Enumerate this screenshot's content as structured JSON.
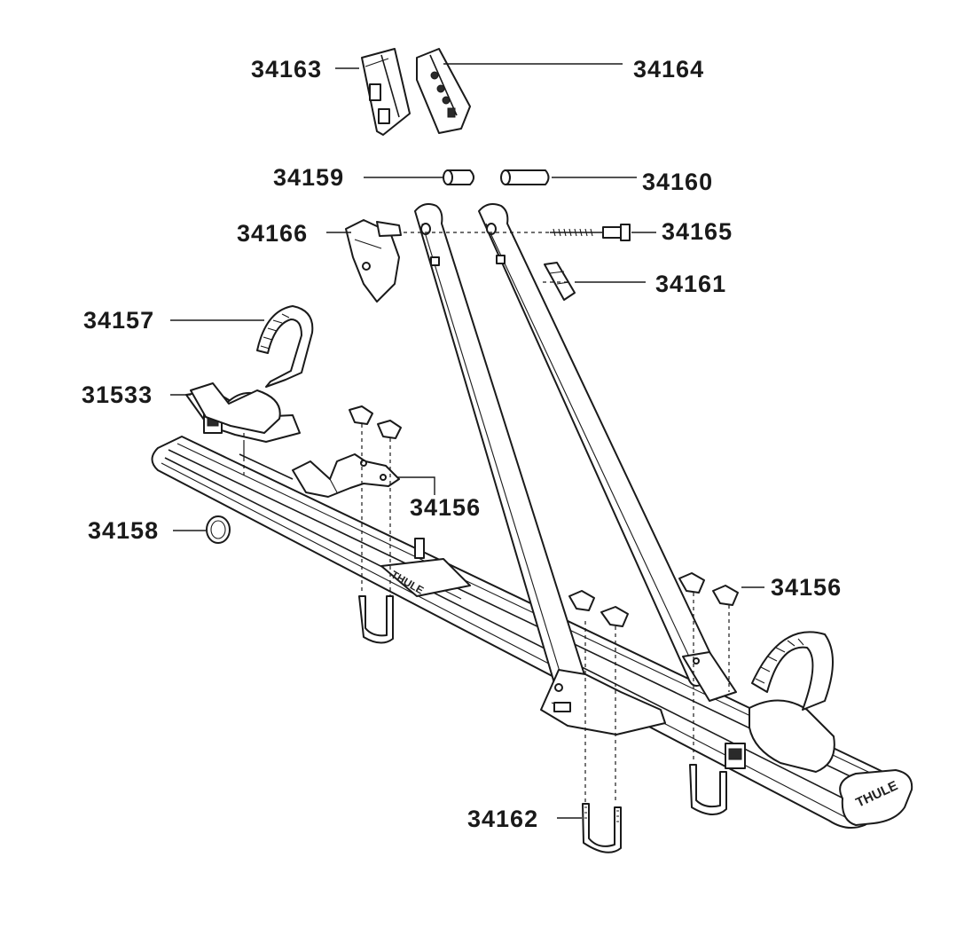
{
  "labels": {
    "l34163": "34163",
    "l34164": "34164",
    "l34159": "34159",
    "l34160": "34160",
    "l34166": "34166",
    "l34165": "34165",
    "l34161": "34161",
    "l34157": "34157",
    "l31533": "31533",
    "l34156a": "34156",
    "l34158": "34158",
    "l34156b": "34156",
    "l34162": "34162"
  },
  "logos": {
    "rail_logo": "THULE",
    "end_cap_logo": "THULE"
  }
}
